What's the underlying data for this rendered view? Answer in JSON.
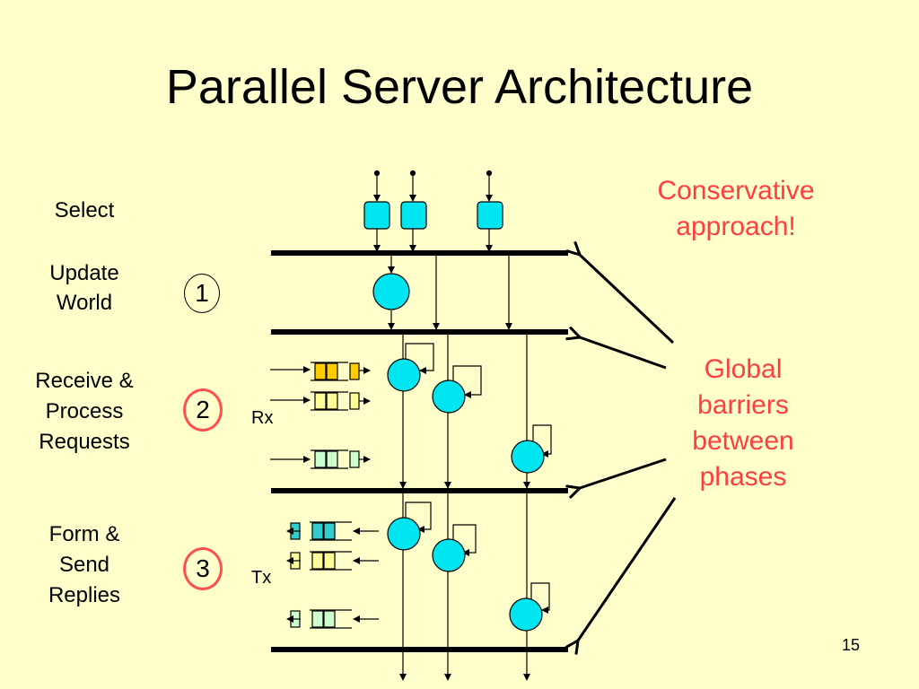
{
  "slide": {
    "title": "Parallel Server Architecture",
    "page_number": "15"
  },
  "phases": {
    "select": "Select",
    "update_world": "Update\nWorld",
    "receive_process": "Receive &\nProcess\nRequests",
    "form_send": "Form &\nSend\nReplies"
  },
  "step_numbers": [
    "1",
    "2",
    "3"
  ],
  "labels": {
    "rx": "Rx",
    "tx": "Tx"
  },
  "notes": {
    "conservative": "Conservative\napproach!",
    "global_barriers": "Global\nbarriers\nbetween\nphases"
  },
  "colors": {
    "background": "#ffffcc",
    "thread_circle": "#00e5f0",
    "note_text": "#ff3f3f",
    "queue_yellow": "#ffcc00",
    "queue_light_yellow": "#ffff99",
    "queue_green": "#ccffcc",
    "queue_teal": "#33cccc"
  }
}
